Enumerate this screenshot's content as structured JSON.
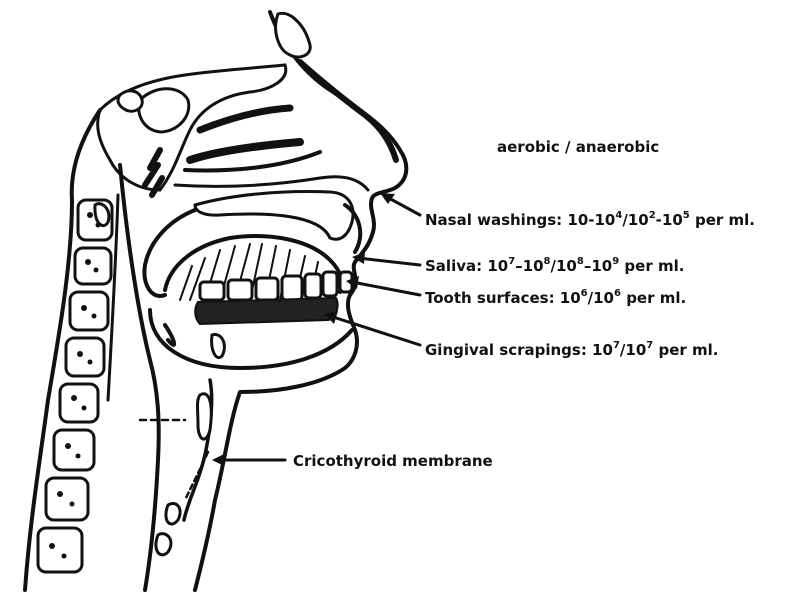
{
  "diagram": {
    "header": "aerobic / anaerobic",
    "labels": [
      {
        "id": "nasal",
        "base": "Nasal washings: 10-10",
        "e1": "4",
        "mid1": "/10",
        "e2": "2",
        "mid2": "-10",
        "e3": "5",
        "tail": " per ml."
      },
      {
        "id": "saliva",
        "base": "Saliva: 10",
        "e1": "7",
        "mid1": "–10",
        "e2": "8",
        "mid2": "/10",
        "e3": "8",
        "mid3": "–10",
        "e4": "9",
        "tail": " per ml."
      },
      {
        "id": "tooth",
        "base": "Tooth surfaces: 10",
        "e1": "6",
        "mid1": "/10",
        "e2": "6",
        "tail": " per ml."
      },
      {
        "id": "gingival",
        "base": "Gingival scrapings: 10",
        "e1": "7",
        "mid1": "/10",
        "e2": "7",
        "tail": " per ml."
      },
      {
        "id": "crico",
        "base": "Cricothyroid membrane"
      }
    ],
    "colors": {
      "ink": "#111111",
      "paper": "#ffffff"
    }
  }
}
